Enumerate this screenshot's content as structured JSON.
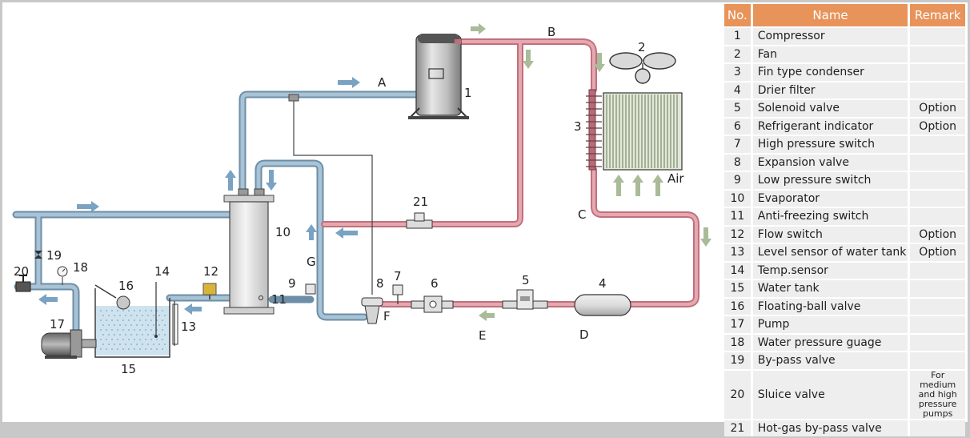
{
  "legend": {
    "headers": [
      "No.",
      "Name",
      "Remark"
    ],
    "rows": [
      {
        "no": "1",
        "name": "Compressor",
        "remark": ""
      },
      {
        "no": "2",
        "name": "Fan",
        "remark": ""
      },
      {
        "no": "3",
        "name": "Fin type condenser",
        "remark": ""
      },
      {
        "no": "4",
        "name": "Drier filter",
        "remark": ""
      },
      {
        "no": "5",
        "name": "Solenoid valve",
        "remark": "Option"
      },
      {
        "no": "6",
        "name": "Refrigerant indicator",
        "remark": "Option"
      },
      {
        "no": "7",
        "name": "High pressure switch",
        "remark": ""
      },
      {
        "no": "8",
        "name": "Expansion valve",
        "remark": ""
      },
      {
        "no": "9",
        "name": "Low pressure switch",
        "remark": ""
      },
      {
        "no": "10",
        "name": "Evaporator",
        "remark": ""
      },
      {
        "no": "11",
        "name": "Anti-freezing switch",
        "remark": ""
      },
      {
        "no": "12",
        "name": "Flow switch",
        "remark": "Option"
      },
      {
        "no": "13",
        "name": "Level sensor of water tank",
        "remark": "Option"
      },
      {
        "no": "14",
        "name": "Temp.sensor",
        "remark": ""
      },
      {
        "no": "15",
        "name": "Water tank",
        "remark": ""
      },
      {
        "no": "16",
        "name": "Floating-ball valve",
        "remark": ""
      },
      {
        "no": "17",
        "name": "Pump",
        "remark": ""
      },
      {
        "no": "18",
        "name": "Water pressure guage",
        "remark": ""
      },
      {
        "no": "19",
        "name": "By-pass valve",
        "remark": ""
      },
      {
        "no": "20",
        "name": "Sluice valve",
        "remark": "For medium and high pressure pumps"
      },
      {
        "no": "21",
        "name": "Hot-gas by-pass valve",
        "remark": ""
      }
    ]
  },
  "diagram": {
    "point_labels": {
      "A": "A",
      "B": "B",
      "C": "C",
      "D": "D",
      "E": "E",
      "F": "F",
      "G": "G"
    },
    "component_numbers": {
      "n1": "1",
      "n2": "2",
      "n3": "3",
      "n4": "4",
      "n5": "5",
      "n6": "6",
      "n7": "7",
      "n8": "8",
      "n9": "9",
      "n10": "10",
      "n11": "11",
      "n12": "12",
      "n13": "13",
      "n14": "14",
      "n15": "15",
      "n16": "16",
      "n17": "17",
      "n18": "18",
      "n19": "19",
      "n20": "20",
      "n21": "21"
    },
    "air_label": "Air",
    "colors": {
      "refrigerant_pipe": "#c0707c",
      "refrigerant_pipe_fill": "#e6a8b0",
      "water_pipe": "#6d8ea6",
      "water_pipe_fill": "#a9c3d6",
      "water_arrow": "#7aa3c3",
      "refrigerant_arrow": "#a9bb98",
      "header_orange": "#e8935a",
      "row_grey": "#eeeeee"
    }
  }
}
